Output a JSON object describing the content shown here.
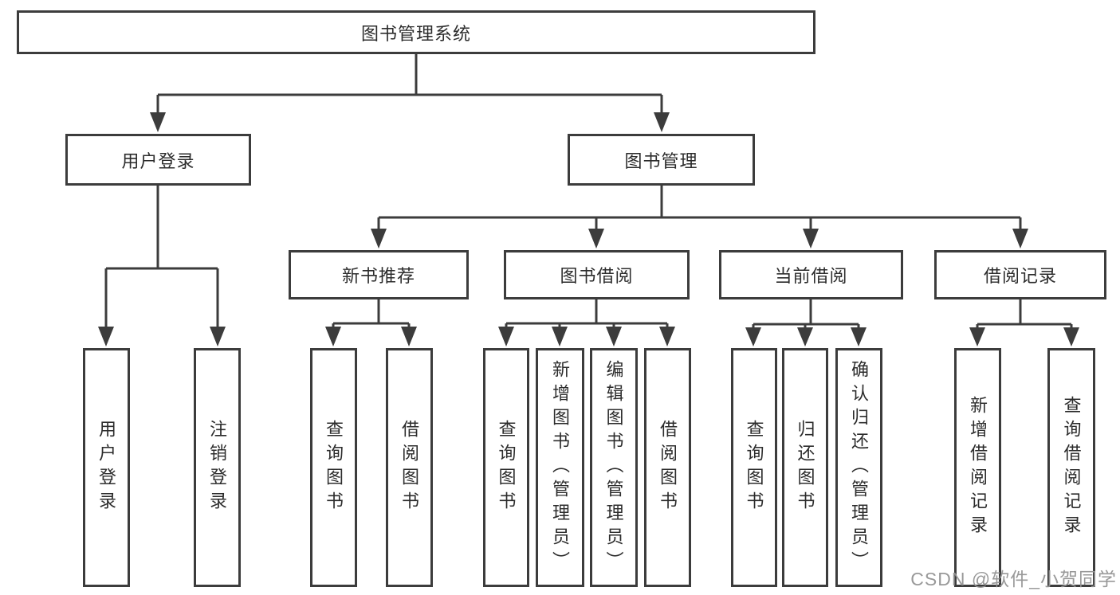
{
  "tree": {
    "root": "图书管理系统",
    "level1": [
      "用户登录",
      "图书管理"
    ],
    "level2": [
      "新书推荐",
      "图书借阅",
      "当前借阅",
      "借阅记录"
    ],
    "leaves": [
      "用户登录",
      "注销登录",
      "查询图书",
      "借阅图书",
      "查询图书",
      "新增图书（管理员）",
      "编辑图书（管理员）",
      "借阅图书",
      "查询图书",
      "归还图书",
      "确认归还（管理员）",
      "新增借阅记录",
      "查询借阅记录"
    ]
  },
  "watermark": "CSDN @软件_小贺同学",
  "colors": {
    "line": "#3c3c3c",
    "box_border": "#3c3c3c",
    "text": "#2c2c2c",
    "watermark": "#949494",
    "background": "#ffffff"
  }
}
